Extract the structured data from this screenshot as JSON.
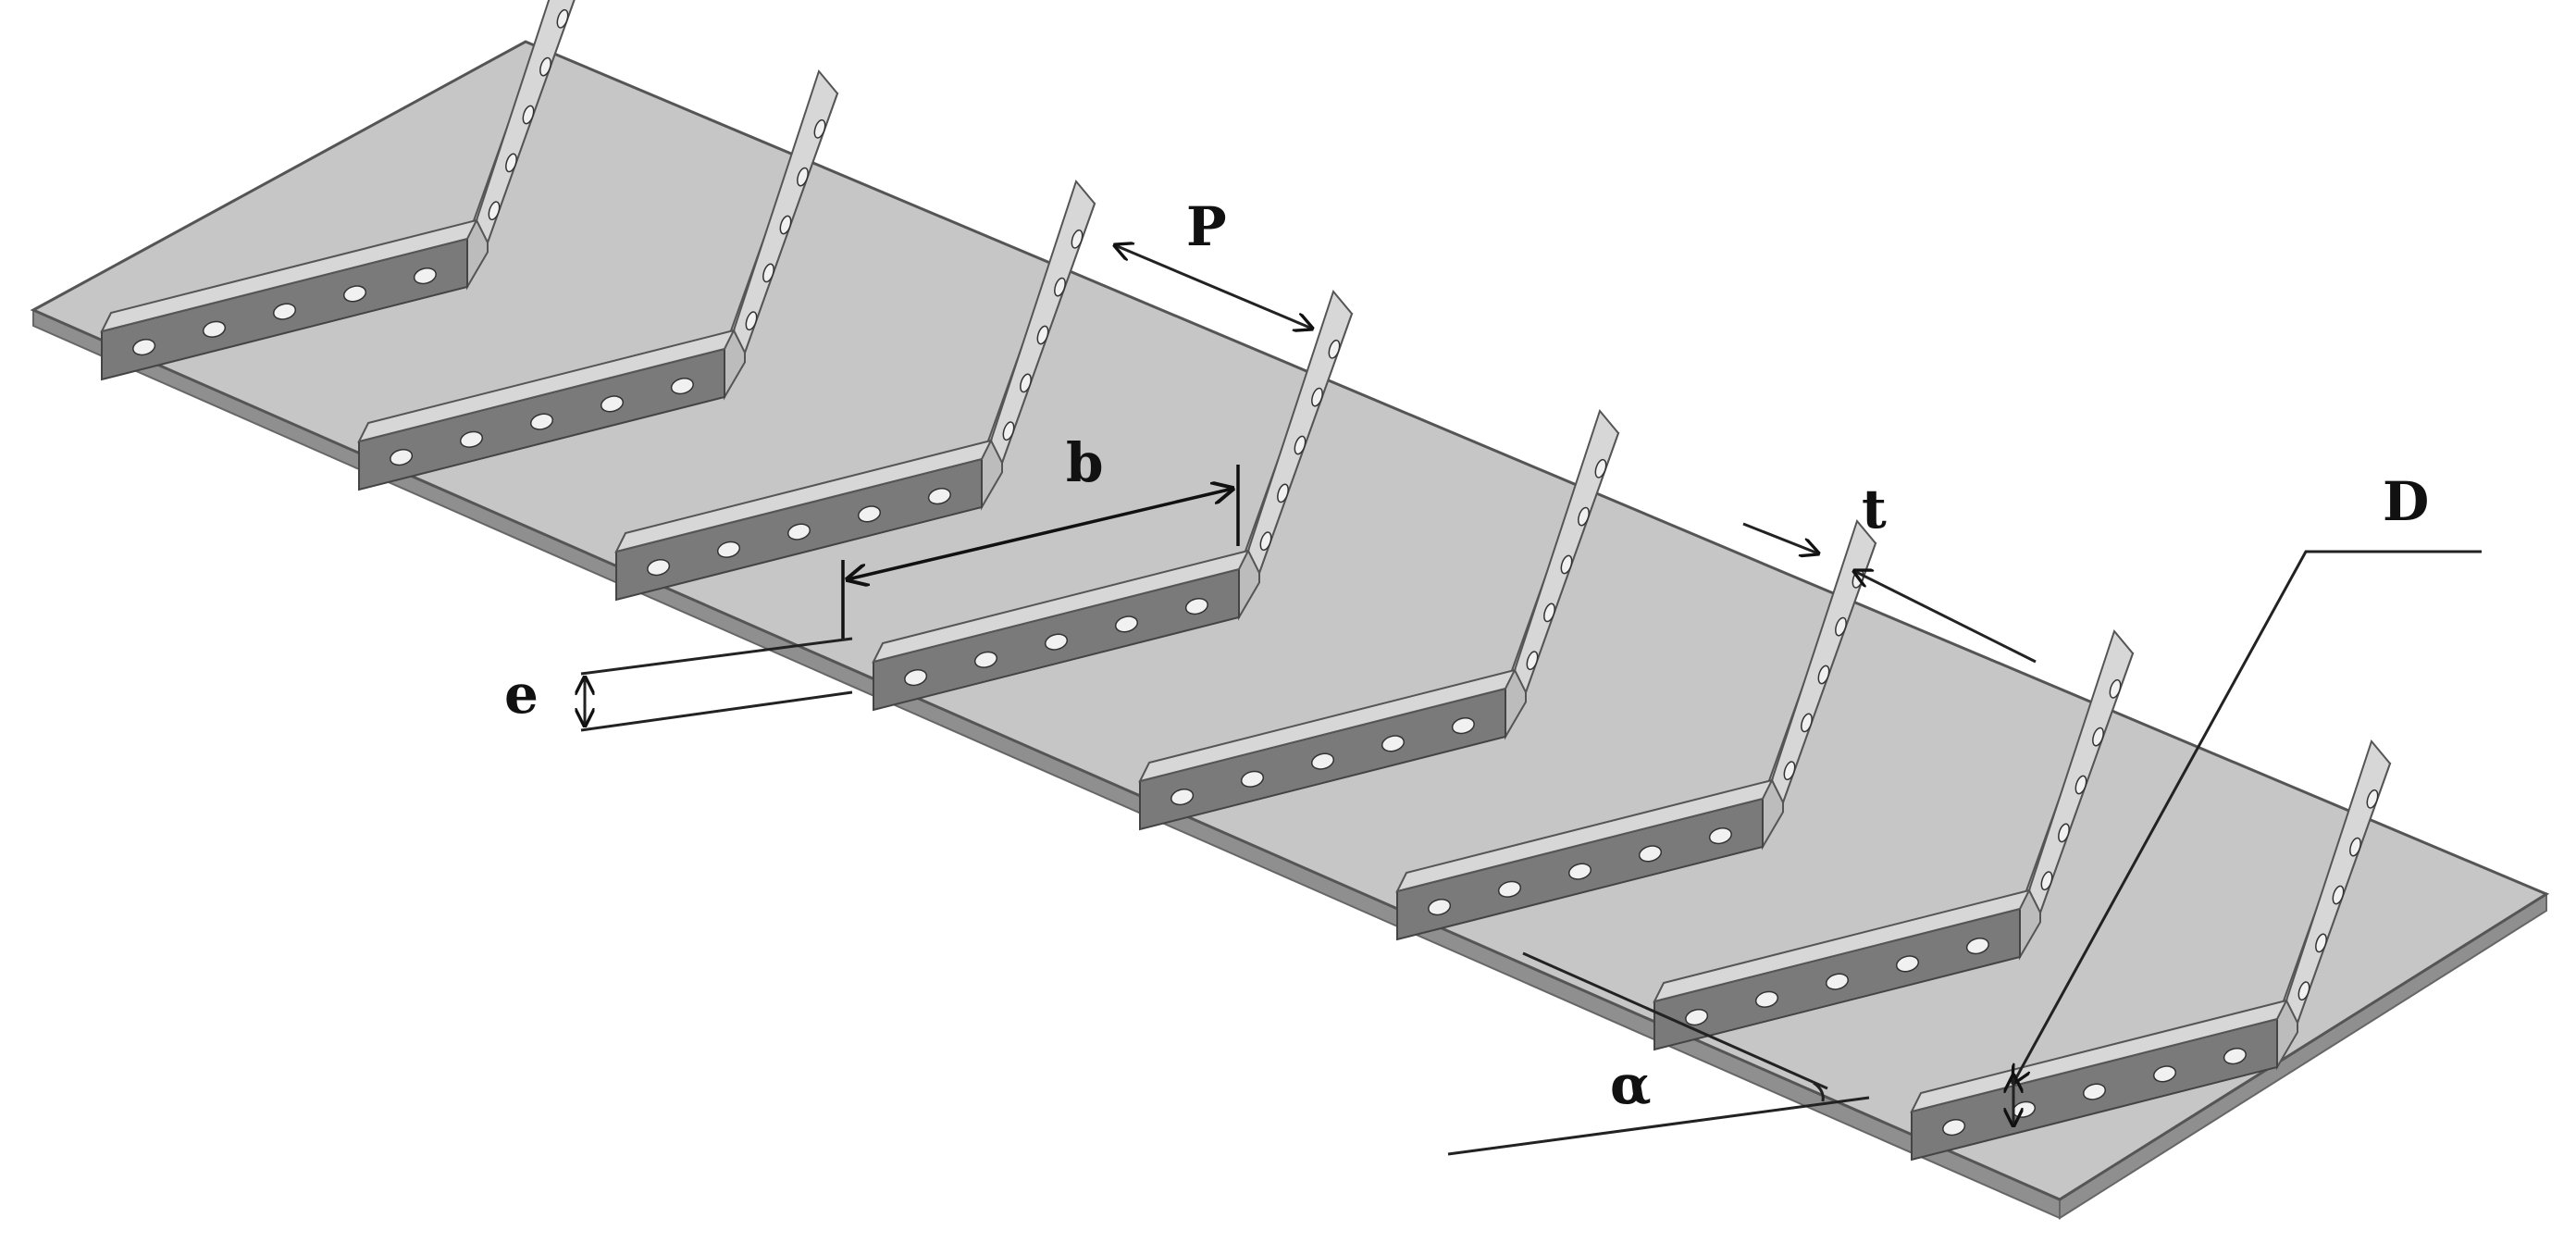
{
  "colors": {
    "plate_top": "#c6c6c6",
    "plate_edge": "#8f8f8f",
    "rib_front": "#7a7a7a",
    "rib_top": "#d7d7d7",
    "rib_side": "#bcbcbc",
    "hole": "#f1f1f1",
    "annotation": "#111111"
  },
  "labels": {
    "pitch": "P",
    "rib_length": "b",
    "rib_height": "e",
    "rib_thickness": "t",
    "hole_diameter": "D",
    "angle": "α"
  },
  "ribs": {
    "count": 8,
    "shape": "V-shaped (chevron) ribs",
    "holes_per_front_leg": 5
  }
}
